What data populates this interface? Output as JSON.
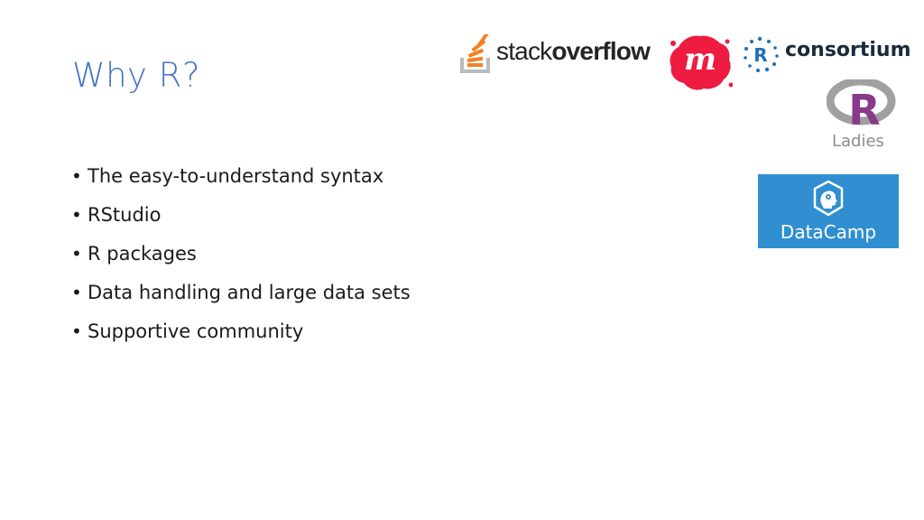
{
  "slide": {
    "title": "Why R?",
    "bullets": [
      "The easy-to-understand syntax",
      "RStudio",
      "R packages",
      "Data handling and large data sets",
      "Supportive community"
    ],
    "bullet_symbol": "•"
  },
  "logos": {
    "stackoverflow": {
      "word_light": "stack",
      "word_bold": "overflow",
      "icon": "stackoverflow-icon",
      "colors": {
        "orange": "#f48024",
        "gray": "#bcbbbb",
        "text": "#222426"
      }
    },
    "meetup": {
      "letter": "m",
      "icon": "meetup-icon",
      "color": "#ed1c40"
    },
    "r_consortium": {
      "letter": "R",
      "text": "consortium",
      "icon": "r-consortium-icon",
      "color": "#1d6fb8"
    },
    "r_ladies": {
      "letter": "R",
      "text": "Ladies",
      "icon": "r-ladies-icon",
      "colors": {
        "ring": "#a0a0a0",
        "letter": "#88398a"
      }
    },
    "datacamp": {
      "text": "DataCamp",
      "icon": "datacamp-head-icon",
      "color": "#2f8fd0"
    }
  },
  "theme": {
    "title_color": "#4472c4",
    "text_color": "#1a1a1a",
    "background": "#ffffff"
  }
}
